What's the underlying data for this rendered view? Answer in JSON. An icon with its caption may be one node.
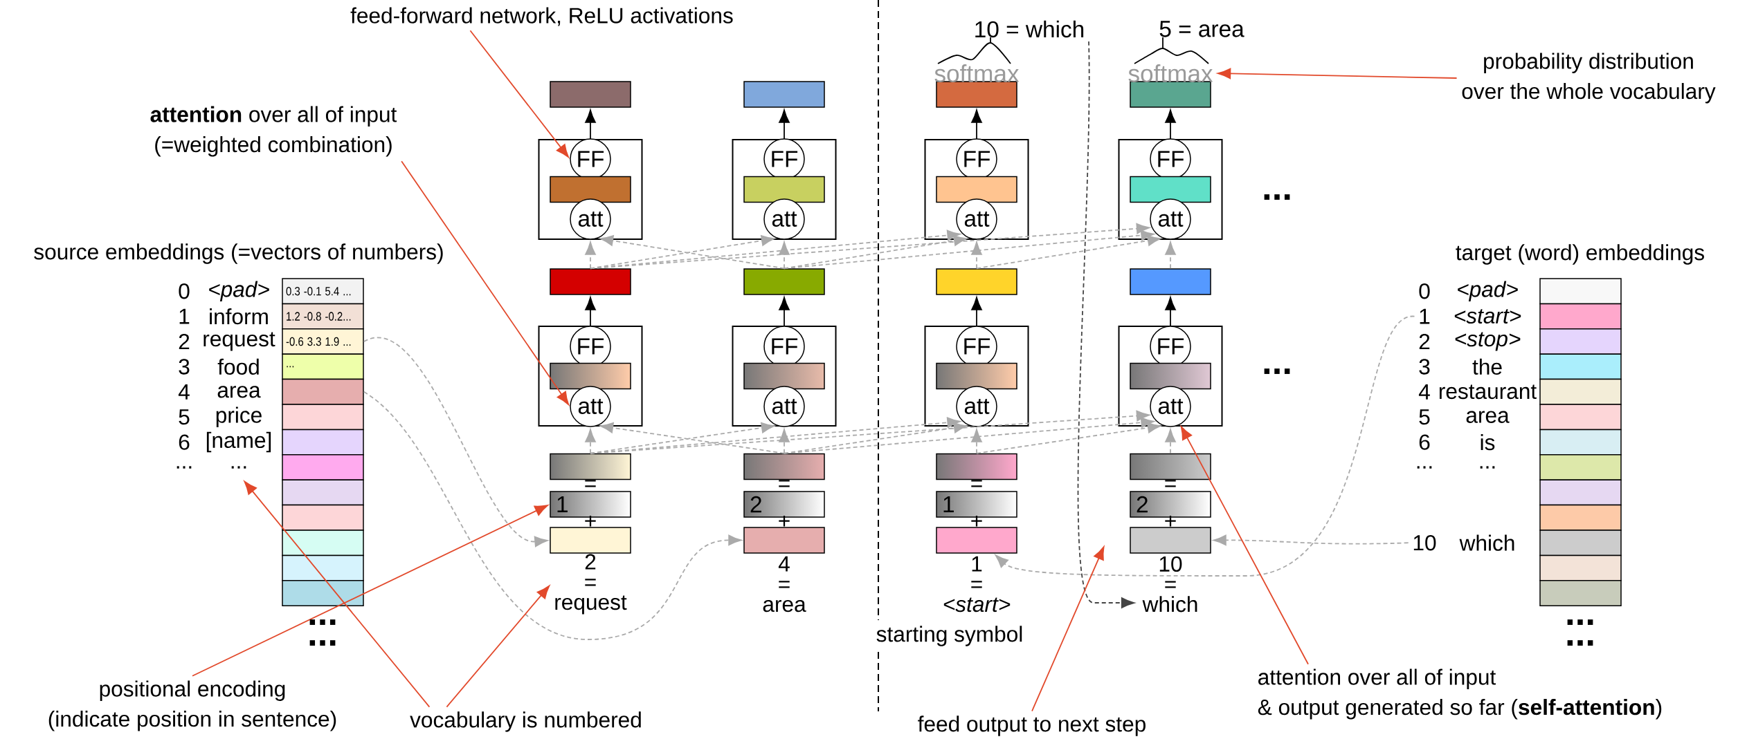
{
  "diagram": {
    "nodes": [
      {
        "text": [
          "feed-forward network, ReLU activations"
        ]
      },
      {
        "text": [
          "**attention** over all of input",
          "(=weighted combination)"
        ]
      },
      {
        "text": [
          "positional encoding",
          "(indicate position in sentence)"
        ]
      },
      {
        "text": [
          "vocabulary is numbered"
        ]
      },
      {
        "text": [
          "feed output to next step"
        ]
      },
      {
        "text": [
          "attention over all of input",
          "& output generated so far (**self-attention**)"
        ]
      },
      {
        "text": [
          "probability distribution",
          "over the whole vocabulary"
        ]
      },
      {
        "text": [
          "10 = which"
        ]
      },
      {
        "text": [],
        "shape": "box"
      },
      {
        "text": [],
        "shape": "box"
      },
      {
        "text": [
          "FF"
        ],
        "in": 9
      },
      {
        "text": [],
        "shape": "box",
        "in": 9
      },
      {
        "text": [
          "att"
        ],
        "in": 9
      },
      {
        "text": [],
        "shape": "box"
      },
      {
        "text": [],
        "shape": "box"
      },
      {
        "text": [
          "FF"
        ],
        "in": 14
      },
      {
        "text": [],
        "shape": "box",
        "in": 14
      },
      {
        "text": [
          "att"
        ],
        "in": 14
      },
      {
        "text": [],
        "shape": "box"
      },
      {
        "text": [
          "1"
        ]
      },
      {
        "text": [],
        "shape": "box"
      },
      {
        "text": [
          "2",
          "=",
          "request"
        ]
      },
      {
        "text": [],
        "shape": "box"
      },
      {
        "text": [],
        "shape": "box"
      },
      {
        "text": [
          "FF"
        ],
        "in": 23
      },
      {
        "text": [],
        "shape": "box",
        "in": 23
      },
      {
        "text": [
          "att"
        ],
        "in": 23
      },
      {
        "text": [],
        "shape": "box"
      },
      {
        "text": [],
        "shape": "box"
      },
      {
        "text": [
          "FF"
        ],
        "in": 28
      },
      {
        "text": [],
        "shape": "box",
        "in": 28
      },
      {
        "text": [
          "att"
        ],
        "in": 28
      },
      {
        "text": [],
        "shape": "box"
      },
      {
        "text": [
          "2"
        ]
      },
      {
        "text": [],
        "shape": "box"
      },
      {
        "text": [
          "4",
          "=",
          "area"
        ]
      },
      {
        "text": [],
        "shape": "box"
      },
      {
        "text": [],
        "shape": "box"
      },
      {
        "text": [
          "FF"
        ],
        "in": 37
      },
      {
        "text": [],
        "shape": "box",
        "in": 37
      },
      {
        "text": [
          "att"
        ],
        "in": 37
      },
      {
        "text": [],
        "shape": "box"
      },
      {
        "text": [],
        "shape": "box"
      },
      {
        "text": [
          "FF"
        ],
        "in": 42
      },
      {
        "text": [],
        "shape": "box",
        "in": 42
      },
      {
        "text": [
          "att"
        ],
        "in": 42
      },
      {
        "text": [],
        "shape": "box"
      },
      {
        "text": [
          "1"
        ]
      },
      {
        "text": [],
        "shape": "box"
      },
      {
        "text": [
          "1",
          "=",
          "*<start>*"
        ]
      },
      {
        "text": [],
        "shape": "box"
      },
      {
        "text": [],
        "shape": "box"
      },
      {
        "text": [
          "FF"
        ],
        "in": 51
      },
      {
        "text": [],
        "shape": "box",
        "in": 51
      },
      {
        "text": [
          "att"
        ],
        "in": 51
      },
      {
        "text": [],
        "shape": "box"
      },
      {
        "text": [],
        "shape": "box"
      },
      {
        "text": [
          "FF"
        ],
        "in": 56
      },
      {
        "text": [],
        "shape": "box",
        "in": 56
      },
      {
        "text": [
          "att"
        ],
        "in": 56
      },
      {
        "text": [],
        "shape": "box"
      },
      {
        "text": [
          "2"
        ]
      },
      {
        "text": [],
        "shape": "box"
      },
      {
        "text": [
          "10",
          "=",
          "which"
        ]
      },
      {
        "text": [
          "0.3 -0.1 5.4 ..."
        ],
        "beside": [
          "0",
          "*<pad>*"
        ]
      },
      {
        "text": [
          "1.2 -0.8 -0.2..."
        ],
        "beside": [
          "1",
          "inform"
        ]
      },
      {
        "text": [
          "-0.6 3.3 1.9 ..."
        ],
        "beside": [
          "2",
          "request"
        ]
      },
      {
        "text": [
          "..."
        ],
        "beside": [
          "3",
          "food"
        ]
      },
      {
        "text": [],
        "shape": "box",
        "beside": [
          "4",
          "area"
        ]
      },
      {
        "text": [],
        "shape": "box",
        "beside": [
          "5",
          "price"
        ]
      },
      {
        "text": [],
        "shape": "box",
        "beside": [
          "6",
          "[name]"
        ]
      },
      {
        "text": [],
        "shape": "box",
        "beside": [
          "...",
          "..."
        ]
      },
      {
        "text": [],
        "shape": "box"
      },
      {
        "text": [],
        "shape": "box"
      },
      {
        "text": [],
        "shape": "box"
      },
      {
        "text": [],
        "shape": "box"
      },
      {
        "text": [],
        "shape": "box"
      },
      {
        "text": [],
        "shape": "box"
      },
      {
        "text": [],
        "shape": "box"
      },
      {
        "text": [],
        "shape": "box"
      },
      {
        "text": [],
        "shape": "box"
      },
      {
        "text": [],
        "shape": "box"
      },
      {
        "text": [],
        "shape": "box"
      },
      {
        "text": [],
        "shape": "box"
      },
      {
        "text": [],
        "shape": "box"
      },
      {
        "text": [],
        "shape": "box"
      },
      {
        "text": [],
        "shape": "box"
      },
      {
        "text": [],
        "shape": "box"
      },
      {
        "text": [],
        "shape": "box"
      },
      {
        "text": [],
        "shape": "box"
      },
      {
        "text": [
          "1"
        ],
        "beside": [
          "*<start>*"
        ]
      },
      {
        "text": [
          "10"
        ],
        "beside": [
          "which"
        ]
      },
      {
        "text": [
          "softmax"
        ]
      }
    ],
    "edges": [
      {
        "from": 14,
        "to": 13,
        "arrow": "to",
        "color": "#000000"
      },
      {
        "from": 9,
        "to": 8,
        "arrow": "to",
        "color": "#000000"
      },
      {
        "from": 28,
        "to": 27,
        "arrow": "to",
        "color": "#000000"
      },
      {
        "from": 23,
        "to": 22,
        "arrow": "to",
        "color": "#000000"
      },
      {
        "from": 42,
        "to": 41,
        "arrow": "to",
        "color": "#000000"
      },
      {
        "from": 37,
        "to": 36,
        "arrow": "to",
        "color": "#000000"
      },
      {
        "from": 56,
        "to": 55,
        "arrow": "to",
        "color": "#000000"
      },
      {
        "from": 51,
        "to": 50,
        "arrow": "to",
        "color": "#000000"
      },
      {
        "from": 18,
        "to": 17,
        "arrow": "to",
        "style": "dashed"
      },
      {
        "from": 32,
        "to": 17,
        "arrow": "to",
        "style": "dashed"
      },
      {
        "from": 18,
        "to": 31,
        "arrow": "to",
        "style": "dashed"
      },
      {
        "from": 32,
        "to": 31,
        "arrow": "to",
        "style": "dashed"
      },
      {
        "from": 18,
        "to": 45,
        "arrow": "to",
        "style": "dashed"
      },
      {
        "from": 32,
        "to": 45,
        "arrow": "to",
        "style": "dashed"
      },
      {
        "from": 46,
        "to": 45,
        "arrow": "to",
        "style": "dashed"
      },
      {
        "from": 18,
        "to": 59,
        "arrow": "to",
        "style": "dashed"
      },
      {
        "from": 32,
        "to": 59,
        "arrow": "to",
        "style": "dashed"
      },
      {
        "from": 46,
        "to": 59,
        "arrow": "to",
        "style": "dashed"
      },
      {
        "from": 60,
        "to": 59,
        "arrow": "to",
        "style": "dashed"
      },
      {
        "from": 13,
        "to": 12,
        "arrow": "to",
        "style": "dashed"
      },
      {
        "from": 27,
        "to": 12,
        "arrow": "to",
        "style": "dashed"
      },
      {
        "from": 13,
        "to": 26,
        "arrow": "to",
        "style": "dashed"
      },
      {
        "from": 27,
        "to": 26,
        "arrow": "to",
        "style": "dashed"
      },
      {
        "from": 13,
        "to": 40,
        "arrow": "to",
        "style": "dashed"
      },
      {
        "from": 27,
        "to": 40,
        "arrow": "to",
        "style": "dashed"
      },
      {
        "from": 41,
        "to": 40,
        "arrow": "to",
        "style": "dashed"
      },
      {
        "from": 13,
        "to": 54,
        "arrow": "to",
        "style": "dashed"
      },
      {
        "from": 27,
        "to": 54,
        "arrow": "to",
        "style": "dashed"
      },
      {
        "from": 41,
        "to": 54,
        "arrow": "to",
        "style": "dashed"
      },
      {
        "from": 55,
        "to": 54,
        "arrow": "to",
        "style": "dashed"
      },
      {
        "from": 66,
        "to": 20,
        "arrow": "to",
        "style": "dashed"
      },
      {
        "from": 68,
        "to": 34,
        "arrow": "to",
        "style": "dashed"
      },
      {
        "from": 90,
        "to": 48,
        "arrow": "to",
        "style": "dashed"
      },
      {
        "from": 91,
        "to": 62,
        "arrow": "to",
        "style": "dashed"
      },
      {
        "from": 7,
        "to": 63,
        "arrow": "to",
        "style": "dashed",
        "color": "#444444"
      },
      {
        "from": 0,
        "to": 10,
        "arrow": "to",
        "color": "#e2492b"
      },
      {
        "from": 1,
        "to": 17,
        "arrow": "to",
        "color": "#e2492b"
      },
      {
        "from": 2,
        "to": 19,
        "arrow": "to",
        "color": "#e2492b"
      },
      {
        "from": 3,
        "to": 71,
        "arrow": "to",
        "color": "#e2492b"
      },
      {
        "from": 3,
        "to": 21,
        "arrow": "to",
        "color": "#e2492b"
      },
      {
        "from": 4,
        "to": null,
        "arrow": "to",
        "color": "#e2492b"
      },
      {
        "from": 5,
        "to": 59,
        "arrow": "to",
        "color": "#e2492b"
      },
      {
        "from": 6,
        "to": 92,
        "arrow": "to",
        "color": "#e2492b"
      }
    ],
    "labels": [
      "5 = area",
      "softmax",
      "...",
      "...",
      "source embeddings (=vectors of numbers)",
      "target (word) embeddings",
      "=",
      "=",
      "=",
      "=",
      "+",
      "+",
      "+",
      "+",
      "...",
      "...",
      "...",
      "...",
      "starting symbol",
      "0",
      "*<pad>*",
      "2",
      "*<stop>*",
      "3",
      "the",
      "4",
      "restaurant",
      "5",
      "area",
      "6",
      "is",
      "...",
      "..."
    ]
  }
}
